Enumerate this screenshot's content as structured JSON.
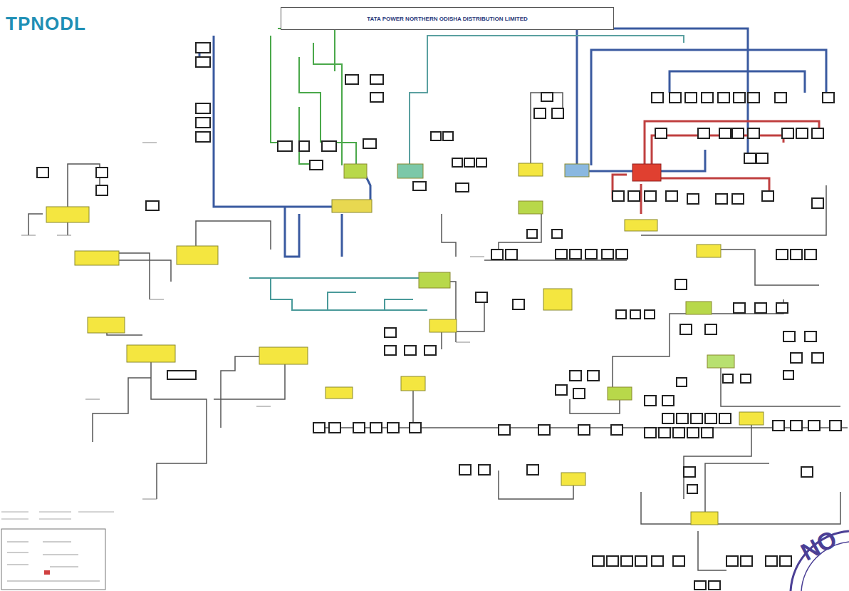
{
  "diagram": {
    "title": "TATA POWER NORTHERN ODISHA DISTRIBUTION LIMITED",
    "labels": [
      "TPNODL",
      "NO"
    ]
  }
}
